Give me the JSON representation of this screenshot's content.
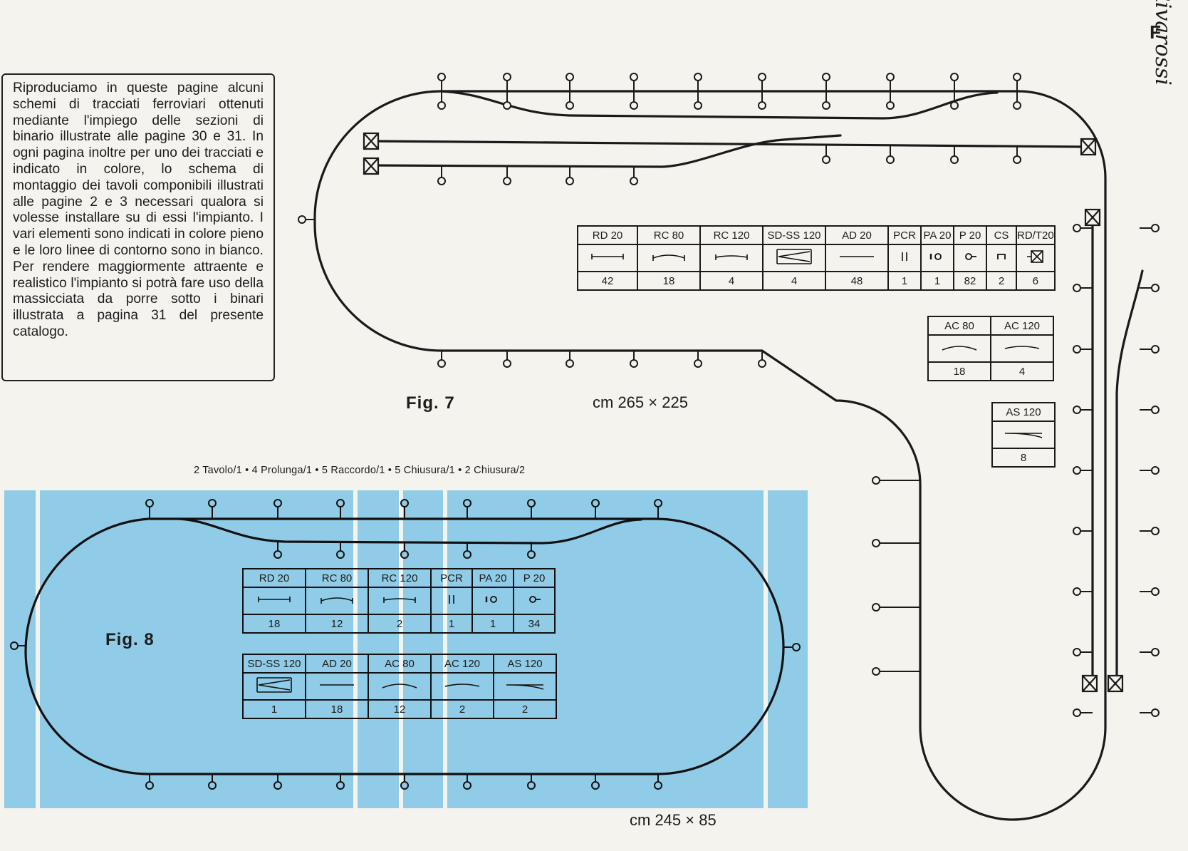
{
  "page_letter": "F",
  "brand": "Rivarossi",
  "intro_text": "Riproduciamo in queste pagine alcuni schemi di tracciati ferroviari ottenuti mediante l'impiego delle sezioni di binario illustrate alle pagine 30 e 31. In ogni pagina inoltre per uno dei tracciati e indicato in colore, lo schema di montaggio dei tavoli componibili illustrati alle pagine 2 e 3 necessari qualora si volesse installare su di essi l'impianto. I vari elementi sono indicati in colore pieno e le loro linee di contorno sono in bianco. Per rendere maggiormente attraente e realistico l'impianto si potrà fare uso della massicciata da porre sotto i binari illustrata a pagina 31 del presente catalogo.",
  "fig7": {
    "label": "Fig. 7",
    "dimensions": "cm 265 × 225",
    "table_main": [
      {
        "code": "RD 20",
        "symbol": "straight",
        "qty": "42"
      },
      {
        "code": "RC 80",
        "symbol": "curve",
        "qty": "18"
      },
      {
        "code": "RC 120",
        "symbol": "curve-flat",
        "qty": "4"
      },
      {
        "code": "SD-SS 120",
        "symbol": "switch-pair",
        "qty": "4"
      },
      {
        "code": "AD 20",
        "symbol": "straight-plain",
        "qty": "48"
      },
      {
        "code": "PCR",
        "symbol": "bars",
        "qty": "1"
      },
      {
        "code": "PA 20",
        "symbol": "support-head",
        "qty": "1"
      },
      {
        "code": "P 20",
        "symbol": "post",
        "qty": "82"
      },
      {
        "code": "CS",
        "symbol": "bracket",
        "qty": "2"
      },
      {
        "code": "RD/T20",
        "symbol": "buffer-stop",
        "qty": "6"
      }
    ],
    "table_ac": [
      {
        "code": "AC 80",
        "symbol": "arc",
        "qty": "18"
      },
      {
        "code": "AC 120",
        "symbol": "arc-flat",
        "qty": "4"
      }
    ],
    "table_as": [
      {
        "code": "AS 120",
        "symbol": "switch",
        "qty": "8"
      }
    ]
  },
  "fig8": {
    "label": "Fig. 8",
    "dimensions": "cm 245 × 85",
    "tables_note": "2 Tavolo/1 • 4 Prolunga/1 • 5 Raccordo/1 • 5 Chiusura/1 • 2 Chiusura/2",
    "table_top": [
      {
        "code": "RD 20",
        "symbol": "straight",
        "qty": "18"
      },
      {
        "code": "RC 80",
        "symbol": "curve",
        "qty": "12"
      },
      {
        "code": "RC 120",
        "symbol": "curve-flat",
        "qty": "2"
      },
      {
        "code": "PCR",
        "symbol": "bars",
        "qty": "1"
      },
      {
        "code": "PA 20",
        "symbol": "support-head",
        "qty": "1"
      },
      {
        "code": "P 20",
        "symbol": "post",
        "qty": "34"
      }
    ],
    "table_bottom": [
      {
        "code": "SD-SS 120",
        "symbol": "switch-pair",
        "qty": "1"
      },
      {
        "code": "AD 20",
        "symbol": "straight-plain",
        "qty": "18"
      },
      {
        "code": "AC 80",
        "symbol": "arc",
        "qty": "12"
      },
      {
        "code": "AC 120",
        "symbol": "arc-flat",
        "qty": "2"
      },
      {
        "code": "AS 120",
        "symbol": "switch",
        "qty": "2"
      }
    ]
  }
}
